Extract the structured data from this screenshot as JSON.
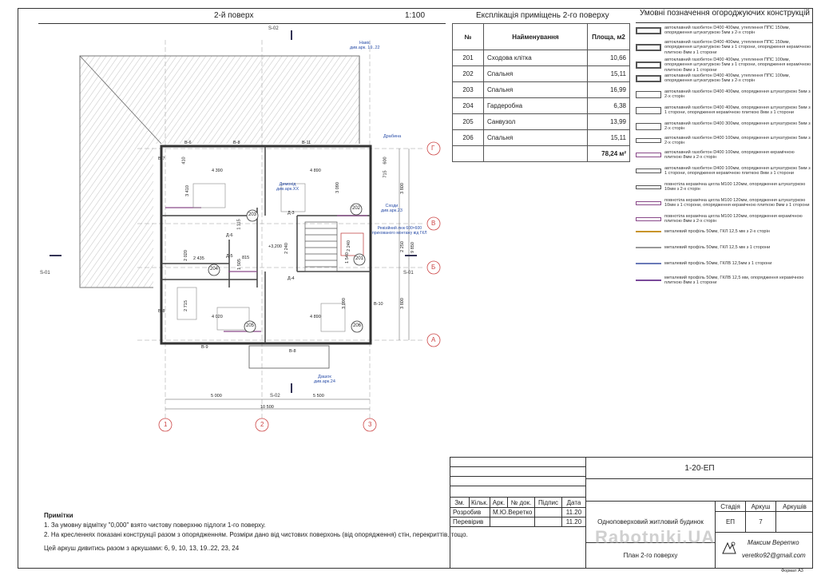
{
  "sheet": {
    "drawing_title": "2-й поверх",
    "scale": "1:100",
    "format": "Формат А3"
  },
  "plan": {
    "section_marks": [
      "S-02",
      "S-02",
      "S-01",
      "S-01"
    ],
    "axes_letters": [
      "Г",
      "В",
      "Б",
      "А"
    ],
    "axes_numbers": [
      "1",
      "2",
      "3"
    ],
    "wall_marks": [
      "В-6",
      "В-8",
      "В-11",
      "В-7",
      "В-8",
      "В-9",
      "В-8",
      "В-10",
      "Д-3",
      "Д-4",
      "Д-6",
      "Д-5"
    ],
    "rooms": [
      {
        "id": "203",
        "area_label": ""
      },
      {
        "id": "202",
        "area_label": ""
      },
      {
        "id": "201",
        "area_label": ""
      },
      {
        "id": "204",
        "area_label": ""
      },
      {
        "id": "205",
        "area_label": ""
      },
      {
        "id": "206",
        "area_label": ""
      }
    ],
    "labels": {
      "roof": "Навіс\nдив.арк. 19..22",
      "ladder": "Драбина",
      "chimney": "Димохід\nдив.арк.XX",
      "stairs": "Сходи\nдив.арк.23",
      "hatch": "Ревізійний люк 600×600\nприхованого монтажу від ГКЛ",
      "canopy": "Дашок\nдив.арк.24",
      "level": "+3,200"
    },
    "dims": {
      "d1": "4 390",
      "d2": "4 890",
      "d3": "3 410",
      "d4": "3 090",
      "d5": "3 800",
      "d6": "2 435",
      "d7": "2 020",
      "d8": "2 715",
      "d9": "4 020",
      "d10": "4 890",
      "d11": "3 090",
      "d12": "3 800",
      "d13": "9 850",
      "d14": "2 250",
      "d15": "2 240",
      "d16": "1 115",
      "d17": "1 505",
      "d18": "815",
      "d19": "5 000",
      "d20": "5 500",
      "d21": "10 500",
      "d22": "410",
      "d23": "600",
      "d24": "715",
      "d25": "2 240",
      "d26": "1 540"
    }
  },
  "room_table": {
    "title": "Експлікація приміщень 2-го поверху",
    "headers": [
      "№",
      "Найменування",
      "Площа, м2"
    ],
    "rows": [
      {
        "num": "201",
        "name": "Сходова клітка",
        "area": "10,66"
      },
      {
        "num": "202",
        "name": "Спальня",
        "area": "15,11"
      },
      {
        "num": "203",
        "name": "Спальня",
        "area": "16,99"
      },
      {
        "num": "204",
        "name": "Гардеробна",
        "area": "6,38"
      },
      {
        "num": "205",
        "name": "Санвузол",
        "area": "13,99"
      },
      {
        "num": "206",
        "name": "Спальня",
        "area": "15,11"
      }
    ],
    "total": "78,24 м²"
  },
  "legend": {
    "title": "Умовні позначення огороджуючих конструкцій",
    "items": [
      "автоклавний газобетон D400 400мм, утеплення ППС 150мм, опорядження штукатуркою 5мм з 2-х сторін",
      "автоклавний газобетон D400 400мм, утеплення ППС 150мм, опорядження штукатуркою 5мм з 1 сторони, опорядження керамічною плиткою 8мм з 1 сторони",
      "автоклавний газобетон D400 400мм, утеплення ППС 100мм, опорядження штукатуркою 5мм з 1 сторони, опорядження керамічною плиткою 8мм з 1 сторони",
      "автоклавний газобетон D400 400мм, утеплення ППС 100мм, опорядження штукатуркою 5мм з 2-х сторін",
      "автоклавний газобетон D400 400мм, опорядження штукатуркою 5мм з 2-х сторін",
      "автоклавний газобетон D400 400мм, опорядження штукатуркою 5мм з 1 сторони, опорядження керамічною плиткою 8мм з 1 сторони",
      "автоклавний газобетон D400 300мм, опорядження штукатуркою 5мм з 2-х сторін",
      "автоклавний газобетон D400 100мм, опорядження штукатуркою 5мм з 2-х сторін",
      "автоклавний газобетон D400 100мм, опорядження керамічною плиткою 8мм з 2-х сторін",
      "автоклавний газобетон D400 100мм, опорядження штукатуркою 5мм з 1 сторони, опорядження керамічною плиткою 8мм з 1 сторони",
      "повнотіла керамічна цегла М100 120мм, опорядження штукатуркою 10мм з 2-х сторін",
      "повнотіла керамічна цегла М100 120мм, опорядження штукатуркою 10мм з 1 сторони, опорядження керамічною плиткою 8мм з 1 сторони",
      "повнотіла керамічна цегла М100 120мм, опорядження керамічною плиткою 8мм з 2-х сторін",
      "металевий профіль 50мм, ГКЛ 12,5 мм з 2-х сторін",
      "металевий профіль 50мм, ГКЛ 12,5 мм з 1 сторони",
      "металевий профіль 50мм, ГКЛВ 12,5мм з 1 сторони",
      "металевий профіль 50мм, ГКЛВ 12,5 мм, опорядження керамічною плиткою 8мм з 1 сторони"
    ]
  },
  "title_block": {
    "code": "1-20-ЕП",
    "headers": [
      "Зм.",
      "Кільк.",
      "Арк.",
      "№ док.",
      "Підпис",
      "Дата"
    ],
    "rows": [
      {
        "role": "Розробив",
        "name": "М.Ю.Веретко",
        "date": "11.20"
      },
      {
        "role": "Перевірив",
        "name": "",
        "date": "11.20"
      }
    ],
    "object": "Одноповерховий житловий будинок",
    "sheet_name": "План 2-го поверху",
    "stage_label": "Стадія",
    "sheet_label": "Аркуш",
    "sheets_label": "Аркушів",
    "stage": "ЕП",
    "sheet": "7",
    "sheets": "",
    "author_name": "Максим Веретко",
    "author_email": "veretko92@gmail.com"
  },
  "notes": {
    "title": "Примітки",
    "lines": [
      "1. За умовну відмітку \"0,000\" взято чистову поверхню підлоги 1-го поверху.",
      "2. На кресленнях показані конструкції разом з опорядженням. Розміри дано від чистових поверхонь (від опорядження) стін, перекриттів, тощо."
    ],
    "footer": "Цей аркуш дивитись разом з аркушами: 6, 9, 10, 13, 19..22, 23, 24"
  },
  "watermark": "Rabotniki.UA"
}
